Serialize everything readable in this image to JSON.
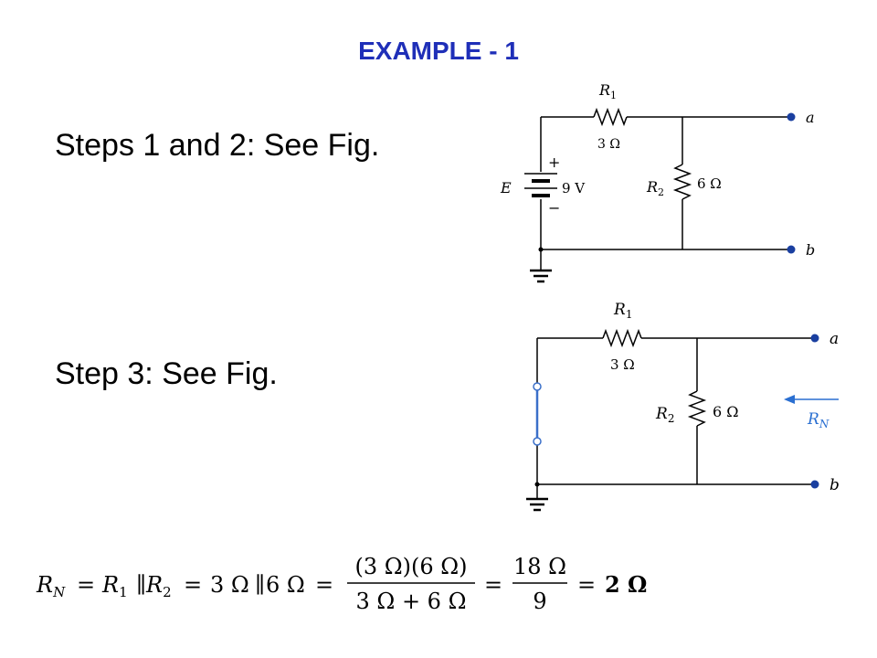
{
  "title": "EXAMPLE - 1",
  "steps": [
    "Steps 1 and 2: See Fig.",
    "Step 3: See Fig."
  ],
  "fig1": {
    "r1_name": "R",
    "r1_sub": "1",
    "r1_value": "3 Ω",
    "r2_name": "R",
    "r2_sub": "2",
    "r2_value": "6 Ω",
    "source_name": "E",
    "source_value": "9 V",
    "plus": "+",
    "minus": "−",
    "node_a": "a",
    "node_b": "b"
  },
  "fig2": {
    "r1_name": "R",
    "r1_sub": "1",
    "r1_value": "3 Ω",
    "r2_name": "R",
    "r2_sub": "2",
    "r2_value": "6 Ω",
    "rn_name": "R",
    "rn_sub": "N",
    "node_a": "a",
    "node_b": "b"
  },
  "equation": {
    "lhs_name": "R",
    "lhs_sub": "N",
    "eq1": "=",
    "t_r1": "R",
    "t_r1_sub": "1",
    "par1": "∥",
    "t_r2": "R",
    "t_r2_sub": "2",
    "eq2": "=",
    "t_vals": "3 Ω",
    "par2": "∥",
    "t_vals2": "6 Ω",
    "eq3": "=",
    "frac1_num": "(3 Ω)(6 Ω)",
    "frac1_den": "3 Ω + 6 Ω",
    "eq4": "=",
    "frac2_num": "18 Ω",
    "frac2_den": "9",
    "eq5": "=",
    "result": "2 Ω"
  },
  "colors": {
    "title": "#1f2fb8",
    "wire": "#000000",
    "node_blue": "#1a3fa0",
    "switch_blue": "#3a6fc9",
    "rn_blue": "#2a6fd1"
  }
}
